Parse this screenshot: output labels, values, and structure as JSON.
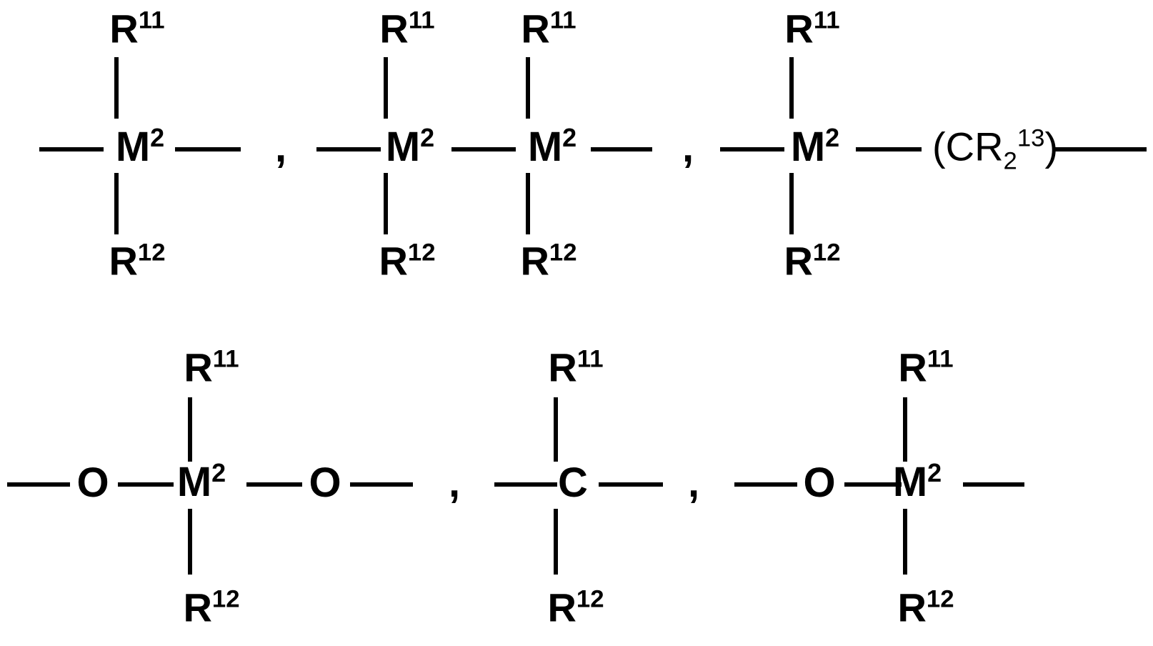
{
  "figure": {
    "type": "chemical-structure-diagram",
    "background_color": "#ffffff",
    "ink_color": "#000000",
    "separator": ",",
    "rows": [
      {
        "id": "row-1",
        "structures": [
          {
            "id": "structure-1",
            "center_atoms": [
              "M2"
            ],
            "top_substituent": "R11",
            "bottom_substituent": "R12",
            "open_bonds": [
              "left",
              "right"
            ]
          },
          {
            "id": "structure-2",
            "center_atoms": [
              "M2",
              "M2"
            ],
            "top_substituent": "R11",
            "bottom_substituent": "R12",
            "open_bonds": [
              "left",
              "right"
            ]
          },
          {
            "id": "structure-3",
            "center_atoms": [
              "M2"
            ],
            "top_substituent": "R11",
            "bottom_substituent": "R12",
            "trailing_group": "(CR2 13)",
            "open_bonds": [
              "left",
              "right"
            ]
          }
        ]
      },
      {
        "id": "row-2",
        "structures": [
          {
            "id": "structure-4",
            "center_atoms": [
              "O",
              "M2",
              "O"
            ],
            "top_substituent": "R11",
            "bottom_substituent": "R12",
            "open_bonds": [
              "left",
              "right"
            ]
          },
          {
            "id": "structure-5",
            "center_atoms": [
              "C"
            ],
            "top_substituent": "R11",
            "bottom_substituent": "R12",
            "open_bonds": [
              "left",
              "right"
            ]
          },
          {
            "id": "structure-6",
            "center_atoms": [
              "O",
              "M2"
            ],
            "top_substituent": "R11",
            "bottom_substituent": "R12",
            "open_bonds": [
              "left",
              "right"
            ]
          }
        ]
      }
    ]
  },
  "labels": {
    "M2": {
      "base": "M",
      "sup": "2"
    },
    "C": {
      "base": "C"
    },
    "O": {
      "base": "O"
    },
    "R11": {
      "base": "R",
      "sup": "11"
    },
    "R12": {
      "base": "R",
      "sup": "12"
    },
    "CR2_13": {
      "open": "(CR",
      "sub": "2",
      "sup": "13",
      "close": ")"
    },
    "comma": ","
  }
}
